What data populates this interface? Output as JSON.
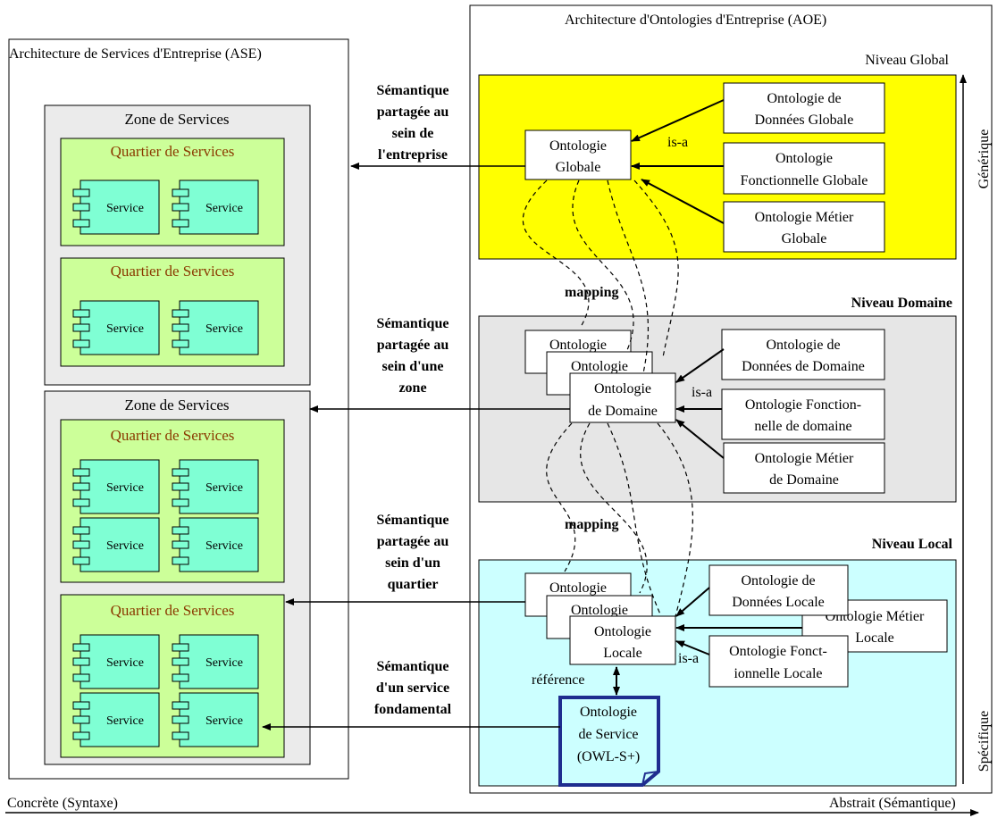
{
  "ase": {
    "title": "Architecture de Services d'Entreprise (ASE)",
    "zones": [
      {
        "title": "Zone de Services",
        "quartiers": [
          {
            "title": "Quartier de Services",
            "services": [
              "Service",
              "Service"
            ]
          },
          {
            "title": "Quartier de Services",
            "services": [
              "Service",
              "Service"
            ]
          }
        ]
      },
      {
        "title": "Zone de Services",
        "quartiers": [
          {
            "title": "Quartier de Services",
            "services": [
              "Service",
              "Service",
              "Service",
              "Service"
            ]
          },
          {
            "title": "Quartier de Services",
            "services": [
              "Service",
              "Service",
              "Service",
              "Service"
            ]
          }
        ]
      }
    ]
  },
  "aoe": {
    "title": "Architecture d'Ontologies d'Entreprise (AOE)",
    "global": {
      "label": "Niveau Global",
      "main": [
        "Ontologie",
        "Globale"
      ],
      "donnees": [
        "Ontologie de",
        "Données Globale"
      ],
      "fonctionnelle": [
        "Ontologie",
        "Fonctionnelle Globale"
      ],
      "metier": [
        "Ontologie Métier",
        "Globale"
      ],
      "isa": "is-a"
    },
    "domaine": {
      "label": "Niveau Domaine",
      "stack": "Ontologie",
      "main": [
        "Ontologie",
        "de Domaine"
      ],
      "donnees": [
        "Ontologie de",
        "Données de Domaine"
      ],
      "fonctionnelle": [
        "Ontologie Fonction-",
        "nelle de domaine"
      ],
      "metier": [
        "Ontologie Métier",
        "de Domaine"
      ],
      "isa": "is-a"
    },
    "local": {
      "label": "Niveau Local",
      "stack": "Ontologie",
      "main": [
        "Ontologie",
        "Locale"
      ],
      "donnees": [
        "Ontologie de",
        "Données Locale"
      ],
      "metier": [
        "Ontologie Métier",
        "Locale"
      ],
      "fonctionnelle": [
        "Ontologie Fonct-",
        "ionnelle Locale"
      ],
      "isa": "is-a",
      "reference": "référence",
      "service": [
        "Ontologie",
        "de Service",
        "(OWL-S+)"
      ]
    },
    "mapping_top": "mapping",
    "mapping_bottom": "mapping",
    "axis_top": "Générique",
    "axis_bottom": "Spécifique"
  },
  "semantics": [
    [
      "Sémantique",
      "partagée au",
      "sein de",
      "l'entreprise"
    ],
    [
      "Sémantique",
      "partagée au",
      "sein d'une",
      "zone"
    ],
    [
      "Sémantique",
      "partagée au",
      "sein d'un",
      "quartier"
    ],
    [
      "Sémantique",
      "d'un service",
      "fondamental"
    ]
  ],
  "bottom_axis": {
    "left": "Concrète (Syntaxe)",
    "right": "Abstrait (Sémantique)"
  }
}
